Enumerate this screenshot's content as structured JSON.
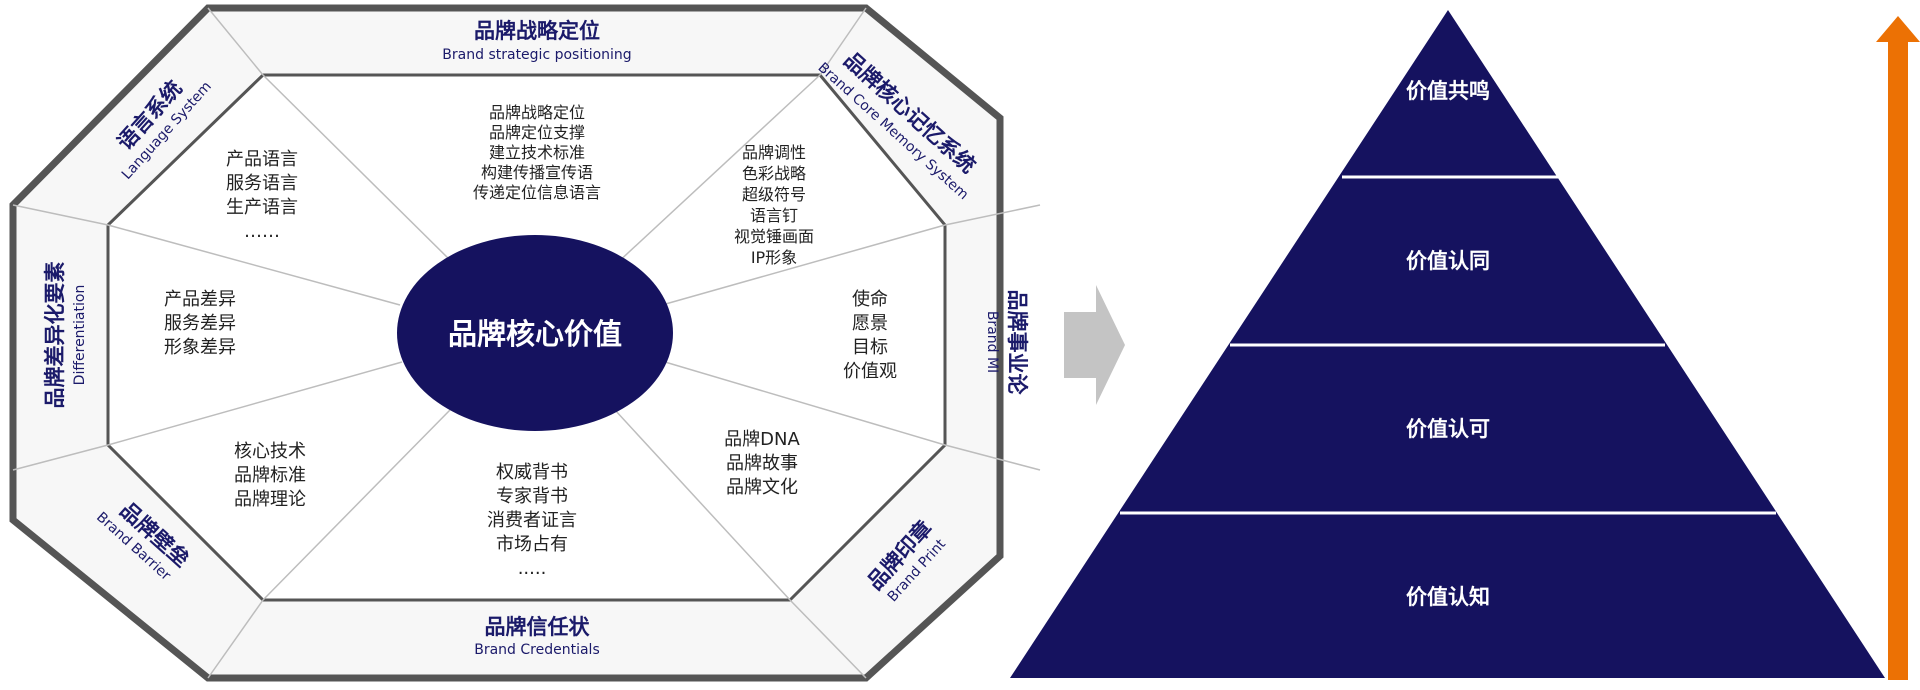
{
  "core": "品牌核心价值",
  "colors": {
    "navy": "#15125f",
    "border": "#555555",
    "arrow_gray": "#c4c4c4",
    "arrow_orange": "#ec7104"
  },
  "sections": {
    "top": {
      "title": "品牌战略定位",
      "subtitle": "Brand strategic positioning"
    },
    "top_right": {
      "title": "品牌核心记忆系统",
      "subtitle": "Brand Core Memory System"
    },
    "right": {
      "title": "品牌事业论",
      "subtitle": "Brand MI"
    },
    "bottom_right": {
      "title": "品牌印章",
      "subtitle": "Brand Print"
    },
    "bottom": {
      "title": "品牌信任状",
      "subtitle": "Brand Credentials"
    },
    "bottom_left": {
      "title": "品牌壁垒",
      "subtitle": "Brand Barrier"
    },
    "left": {
      "title": "品牌差异化要素",
      "subtitle": "Differentiation"
    },
    "top_left": {
      "title": "语言系统",
      "subtitle": "Language System"
    }
  },
  "inner": {
    "top": [
      "品牌战略定位",
      "品牌定位支撑",
      "建立技术标准",
      "构建传播宣传语",
      "传递定位信息语言"
    ],
    "top_right": [
      "品牌调性",
      "色彩战略",
      "超级符号",
      "语言钉",
      "视觉锤画面",
      "IP形象"
    ],
    "right": [
      "使命",
      "愿景",
      "目标",
      "价值观"
    ],
    "bottom_right": [
      "品牌DNA",
      "品牌故事",
      "品牌文化"
    ],
    "bottom": [
      "权威背书",
      "专家背书",
      "消费者证言",
      "市场占有",
      "....."
    ],
    "bottom_left": [
      "核心技术",
      "品牌标准",
      "品牌理论"
    ],
    "left": [
      "产品差异",
      "服务差异",
      "形象差异"
    ],
    "top_left": [
      "产品语言",
      "服务语言",
      "生产语言",
      "……"
    ]
  },
  "pyramid": [
    "价值共鸣",
    "价值认同",
    "价值认可",
    "价值认知"
  ]
}
